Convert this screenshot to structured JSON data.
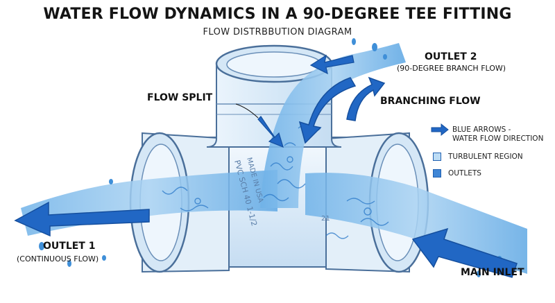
{
  "title": "WATER FLOW DYNAMICS IN A 90-DEGREE TEE FITTING",
  "subtitle": "FLOW DISTRBBUTION DIAGRAM",
  "labels": {
    "outlet2": "OUTLET 2",
    "outlet2_sub": "(90-DEGREE BRANCH FLOW)",
    "flow_split": "FLOW SPLIT",
    "branching_flow": "BRANCHING FLOW",
    "outlet1": "OUTLET 1",
    "outlet1_sub": "(CONTINUOUS FLOW)",
    "main_inlet": "MAIN INLET"
  },
  "pipe_markings": {
    "left": "PVC SCH 40 1-1/2",
    "made_in": "MADE IN USA",
    "right": "21"
  },
  "legend": [
    {
      "symbol": "arrow",
      "text_line1": "BLUE ARROWS -",
      "text_line2": "WATER FLOW DIRECTION"
    },
    {
      "symbol": "light-swatch",
      "text_line1": "TURBULENT REGION"
    },
    {
      "symbol": "dark-swatch",
      "text_line1": "OUTLETS"
    }
  ],
  "colors": {
    "arrow": "#2167c4",
    "arrow_dark": "#154f9e",
    "water_light": "#a9d2f2",
    "water_mid": "#5fa8e4",
    "pipe_outline": "#4a6f9a",
    "pipe_fill": "#e8f2fb",
    "turbulent_swatch": "#bcdcf5",
    "outlet_swatch": "#3f86d6"
  }
}
